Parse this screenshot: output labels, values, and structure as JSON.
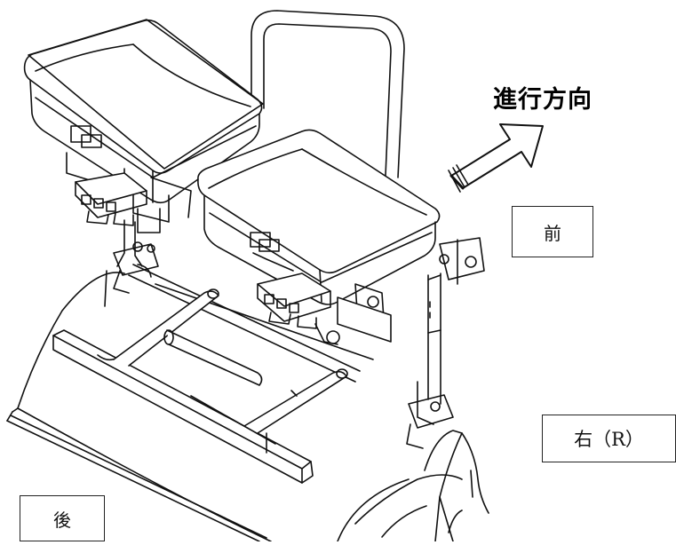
{
  "labels": {
    "direction": "進行方向",
    "front": "前",
    "right": "右（R）",
    "rear": "後"
  }
}
